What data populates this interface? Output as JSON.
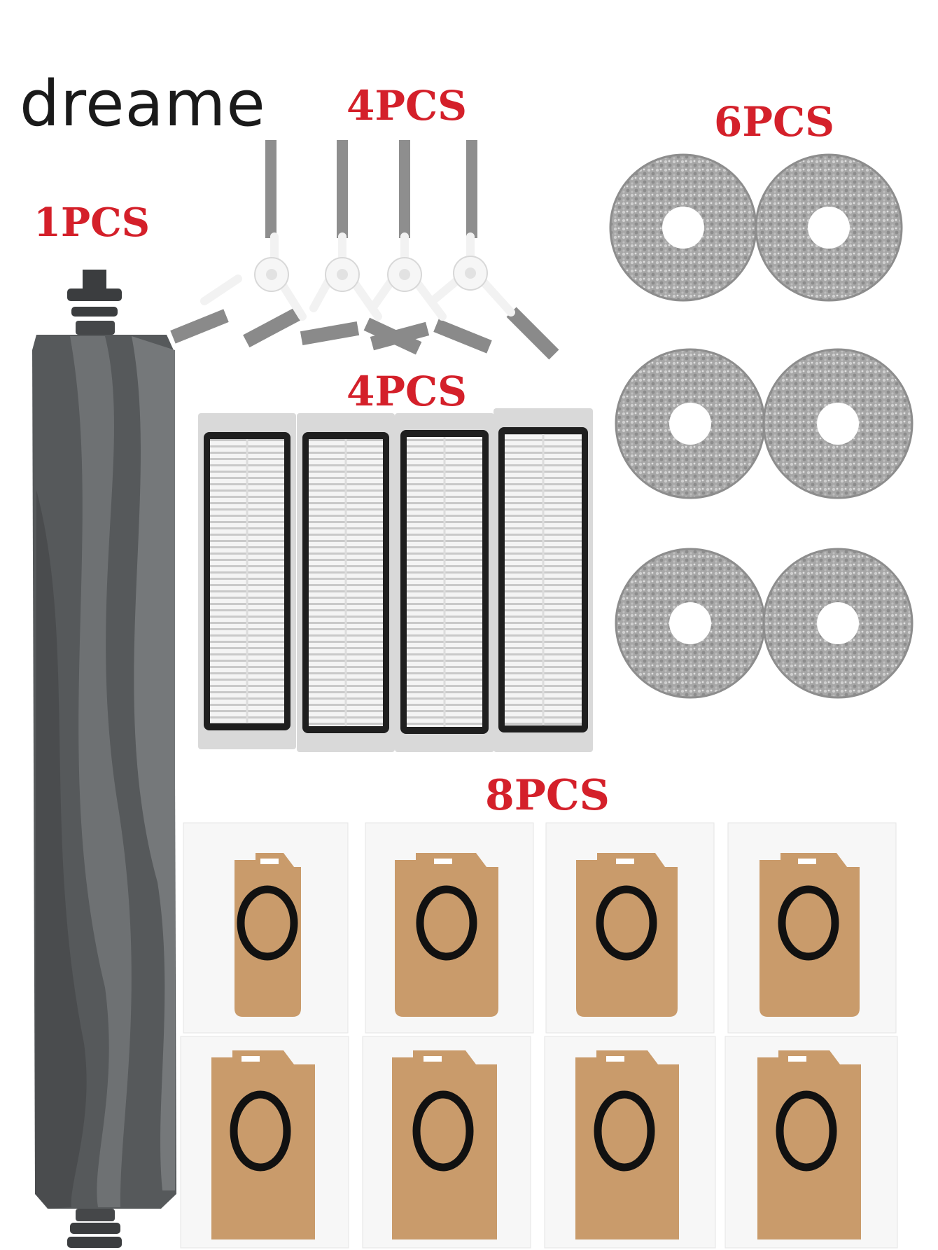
{
  "brand": {
    "logo_text": "dreame"
  },
  "parts": {
    "main_brush": {
      "quantity": "1PCS",
      "count": 1,
      "icon": "main-roller-brush-icon"
    },
    "side_brush": {
      "quantity": "4PCS",
      "count": 4,
      "icon": "side-brush-icon"
    },
    "filter": {
      "quantity": "4PCS",
      "count": 4,
      "icon": "hepa-filter-icon"
    },
    "mop_pad": {
      "quantity": "6PCS",
      "count": 6,
      "icon": "mop-pad-icon"
    },
    "dust_bag": {
      "quantity": "8PCS",
      "count": 8,
      "icon": "dust-bag-icon"
    }
  },
  "colors": {
    "quantity_text": "#d4202a",
    "logo_text": "#1a1a1a",
    "roller": "#55585a",
    "bag": "#c99b6b",
    "mop": "#9a9a9a"
  }
}
